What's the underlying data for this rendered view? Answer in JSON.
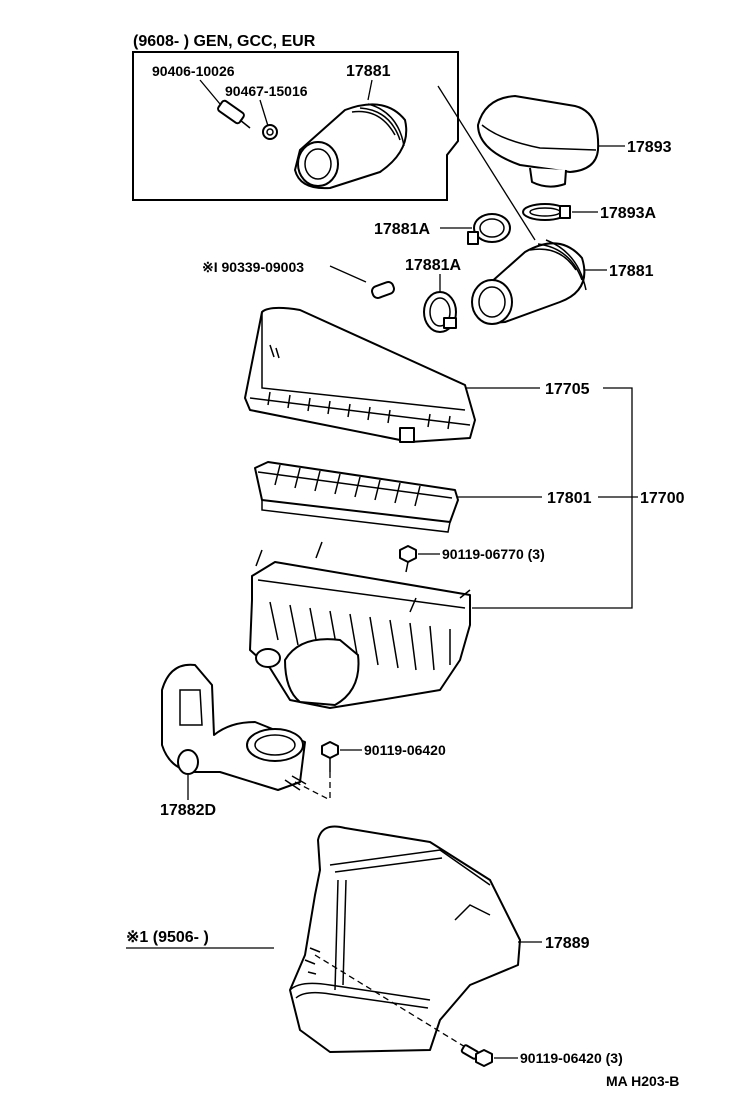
{
  "box": {
    "title": "(9608-        ) GEN, GCC, EUR",
    "part_a": "90406-10026",
    "part_b": "90467-15016",
    "part_c": "17881"
  },
  "labels": {
    "p17893": "17893",
    "p17893a": "17893A",
    "p17881a_1": "17881A",
    "p17881a_2": "17881A",
    "p17881": "17881",
    "note_pin": "※I 90339-09003",
    "p17705": "17705",
    "p17801": "17801",
    "p17700": "17700",
    "bolt1": "90119-06770 (3)",
    "bolt2": "90119-06420",
    "p17882d": "17882D",
    "note_range": "※1 (9506-        )",
    "p17889": "17889",
    "bolt3": "90119-06420 (3)",
    "figure_code": "MA H203-B"
  }
}
